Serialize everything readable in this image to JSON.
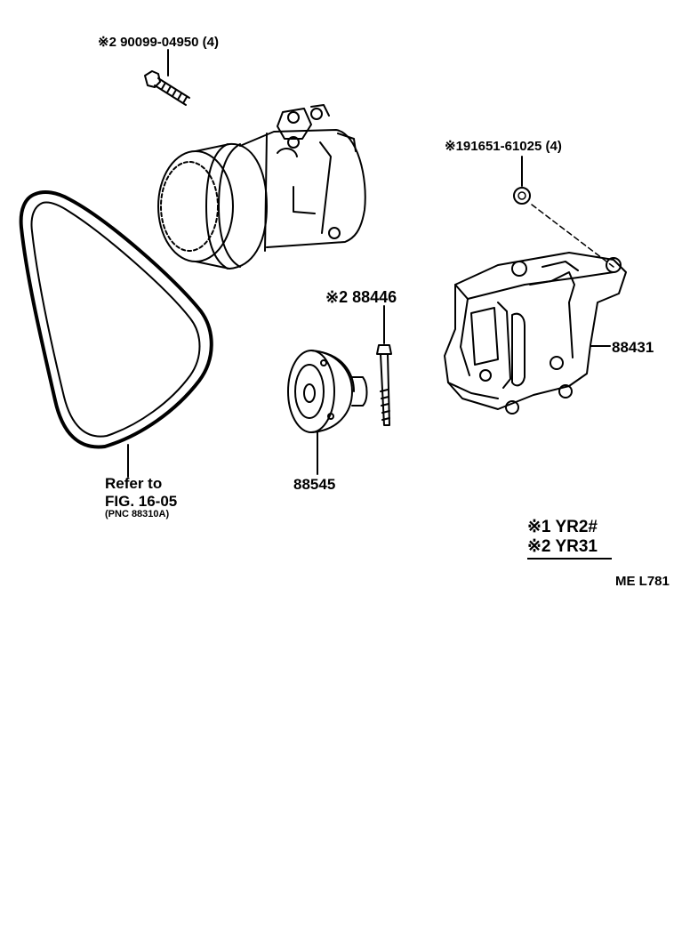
{
  "parts": {
    "bolt_top": {
      "label": "※2 90099-04950 (4)"
    },
    "nut": {
      "label": "※191651-61025 (4)"
    },
    "bolt_idler": {
      "label": "※2 88446"
    },
    "bracket": {
      "label": "88431"
    },
    "idler_pulley": {
      "label": "88545"
    }
  },
  "belt_reference": {
    "line1": "Refer to",
    "line2": "FIG. 16-05",
    "line3": "(PNC 88310A)"
  },
  "legend": [
    {
      "mark": "※1",
      "code": "YR2#"
    },
    {
      "mark": "※2",
      "code": "YR31"
    }
  ],
  "figure_code": "ME  L781",
  "icons": [
    "v-belt-icon",
    "ac-compressor-icon",
    "flange-bolt-icon",
    "idler-pulley-icon",
    "long-bolt-icon",
    "compressor-bracket-icon",
    "nut-icon"
  ]
}
